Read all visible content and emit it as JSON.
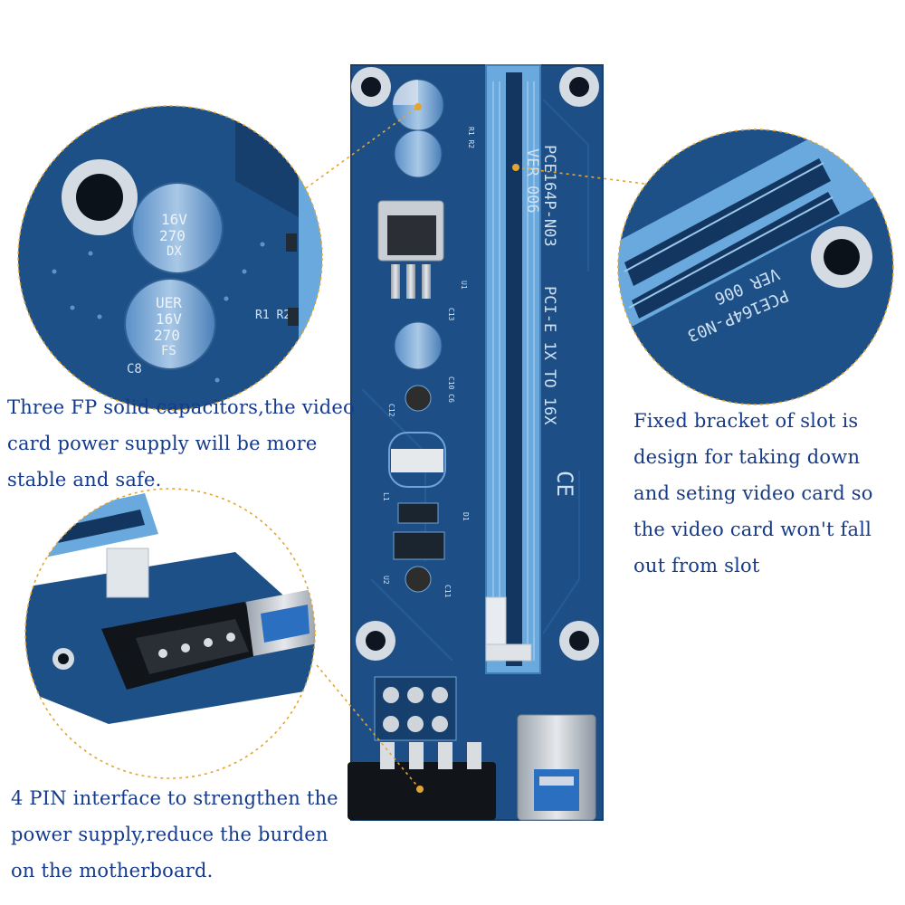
{
  "captions": {
    "capacitors": [
      "Three FP solid capacitors,the video",
      "card power supply will be more",
      "stable and safe."
    ],
    "bracket": [
      "Fixed bracket of slot is",
      "design for taking down",
      "and seting video card so",
      "the video card won't fall",
      "out from slot"
    ],
    "four_pin": [
      "4 PIN interface to strengthen the",
      "power supply,reduce the burden",
      "on the motherboard."
    ]
  },
  "board_markings": {
    "model": "PCE164P-N03",
    "version": "VER 006",
    "bus": "PCI-E 1X TO 16X",
    "ce_mark": "CE",
    "cap_label_a": "16V",
    "cap_label_b": "270",
    "cap_label_c": "DX",
    "cap_label_d": "UER",
    "cap_label_e": "FS",
    "ref_c8": "C8",
    "ref_r1r2": "R1 R2",
    "ref_zoom_r1r2": "R1  R2",
    "ref_c13": "C13",
    "ref_c10c6": "C10 C6",
    "ref_c12": "C12",
    "ref_c11": "C11",
    "ref_u1": "U1",
    "ref_u2": "U2",
    "ref_d1": "D1",
    "ref_l1": "L1"
  },
  "colors": {
    "board": "#1d4f86",
    "board_dark": "#143a66",
    "slot": "#6aa9dd",
    "callout_line": "#e3a531",
    "caption_blue": "#163a8a"
  }
}
